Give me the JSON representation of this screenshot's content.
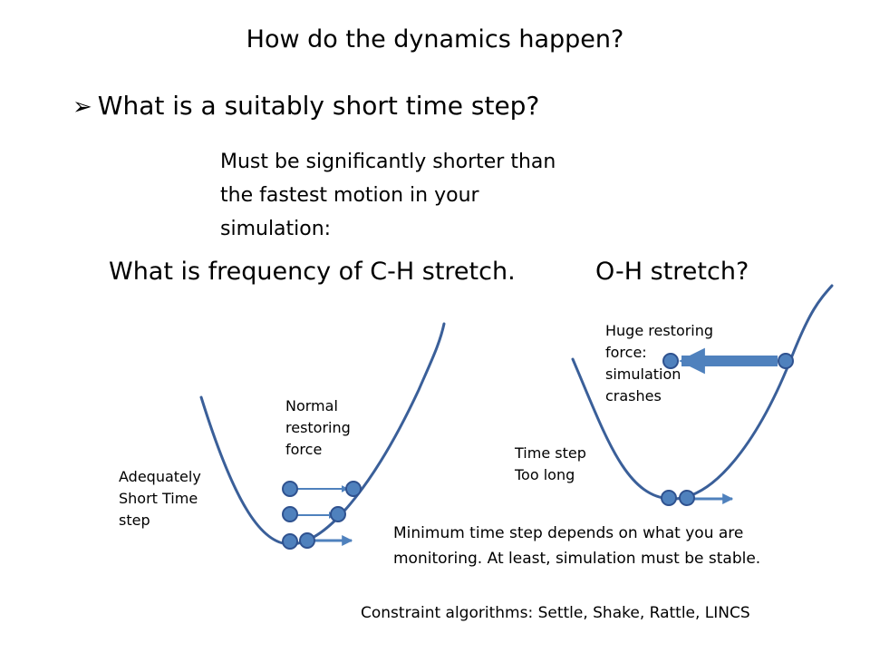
{
  "slide": {
    "title": "How do the dynamics happen?",
    "bullet_icon": "arrow-bullet-icon",
    "bullet": "What is a suitably short time step?",
    "body_lines": [
      "Must be significantly shorter than",
      "the fastest motion in your",
      "simulation:"
    ],
    "question_ch": "What is frequency of C-H stretch.",
    "question_oh": "O-H stretch?"
  },
  "left_diagram": {
    "label_adequate": [
      "Adequately",
      "Short Time",
      "step"
    ],
    "label_normal": [
      "Normal",
      "restoring",
      "force"
    ]
  },
  "right_diagram": {
    "label_huge": [
      "Huge restoring",
      "force:",
      "simulation",
      "crashes"
    ],
    "label_too_long": [
      "Time step",
      "Too long"
    ]
  },
  "footer": {
    "note_lines": [
      "Minimum time step depends on what you are",
      "monitoring. At least, simulation must be stable."
    ],
    "constraint": "Constraint algorithms:  Settle, Shake, Rattle, LINCS"
  },
  "colors": {
    "curve": "#3a5f99",
    "atom_fill": "#4f81bd",
    "atom_stroke": "#2f528f",
    "arrow": "#4f81bd"
  }
}
